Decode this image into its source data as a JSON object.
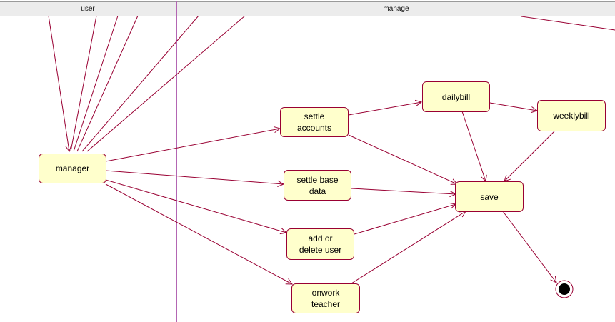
{
  "swimlanes": {
    "user": "user",
    "manage": "manage"
  },
  "states": {
    "manager": "manager",
    "settle_accounts": "settle\naccounts",
    "settle_base_data": "settle base\ndata",
    "add_or_delete_user": "add or\ndelete user",
    "onwork_teacher": "onwork\nteacher",
    "dailybill": "dailybill",
    "weeklybill": "weeklybill",
    "save": "save"
  },
  "colors": {
    "line": "#990033",
    "state_fill": "#ffffcc",
    "lane_divider": "#800080"
  }
}
